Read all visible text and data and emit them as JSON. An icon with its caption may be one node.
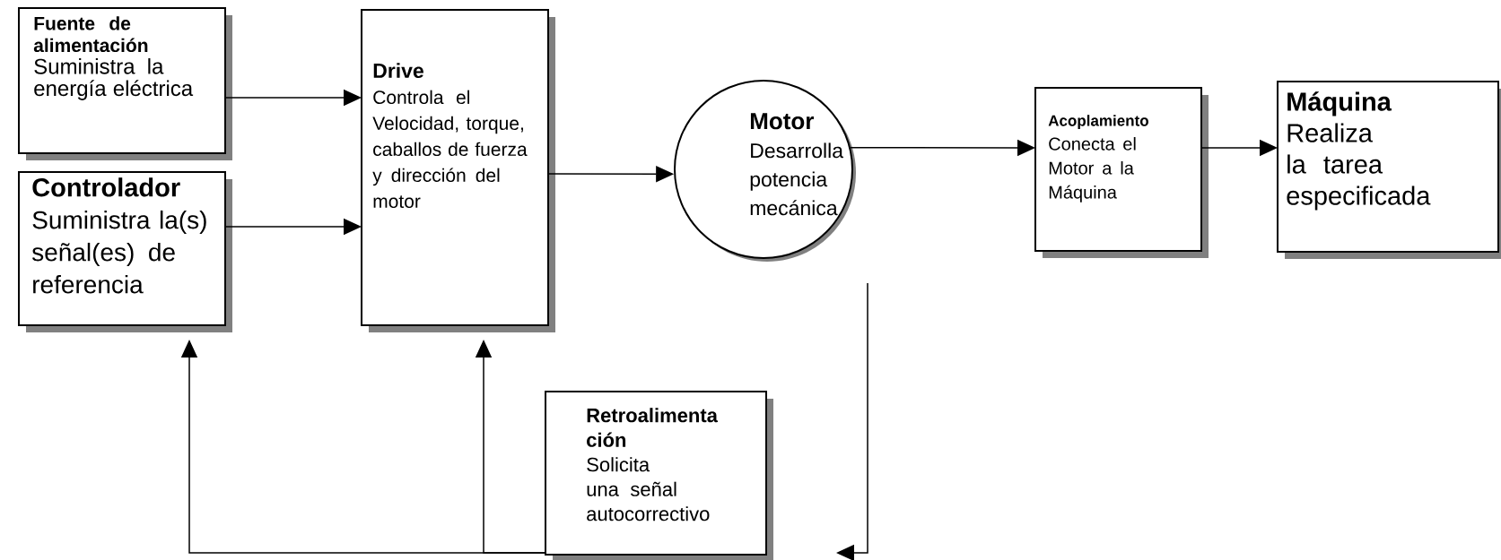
{
  "diagram": {
    "nodes": [
      {
        "text": [
          "Fuente de alimentación",
          "Suministra la energía eléctrica"
        ]
      },
      {
        "text": [
          "Controlador",
          "Suministra la(s) señal(es) de referencia"
        ]
      },
      {
        "text": [
          "Drive",
          "Controla el Velocidad, torque, caballos de fuerza y dirección del motor"
        ]
      },
      {
        "text": [
          "Motor",
          "Desarrolla potencia mecánica"
        ]
      },
      {
        "text": [
          "Acoplamiento",
          "Conecta el Motor a la Máquina"
        ]
      },
      {
        "text": [
          "Máquina",
          "Realiza la tarea especificada"
        ]
      },
      {
        "text": [
          "Retroalimenta ción",
          "Solicita una señal autocorrectivo"
        ]
      }
    ],
    "edges": [
      {
        "from": 0,
        "to": 2,
        "arrow": "to"
      },
      {
        "from": 1,
        "to": 2,
        "arrow": "to"
      },
      {
        "from": 2,
        "to": 3,
        "arrow": "to"
      },
      {
        "from": 3,
        "to": 4,
        "arrow": "to"
      },
      {
        "from": 4,
        "to": 5,
        "arrow": "to"
      },
      {
        "from": 3,
        "to": 6,
        "arrow": "to"
      },
      {
        "from": 6,
        "to": 1,
        "arrow": "to"
      },
      {
        "from": 6,
        "to": 2,
        "arrow": "to"
      }
    ]
  }
}
